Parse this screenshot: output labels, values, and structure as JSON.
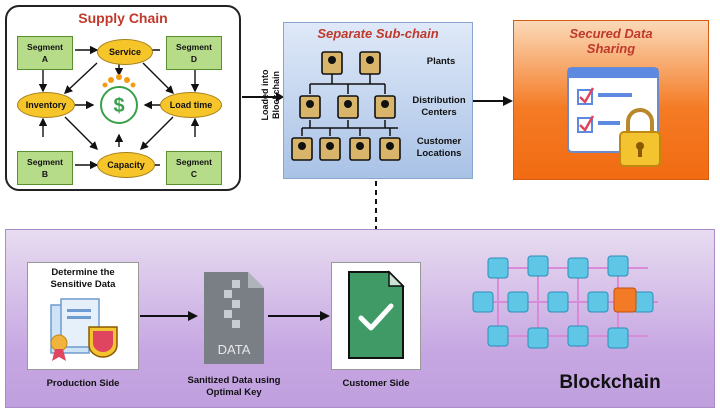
{
  "supply_chain": {
    "title": "Supply Chain",
    "segments": [
      "Segment\nA",
      "Segment\nD",
      "Segment\nB",
      "Segment\nC"
    ],
    "nodes": {
      "service": "Service",
      "inventory": "Inventory",
      "load_time": "Load time",
      "capacity": "Capacity"
    }
  },
  "arrow_label": "Loaded into\nBlockchain",
  "sub_chain": {
    "title": "Separate Sub-chain",
    "plants": "Plants",
    "distribution": "Distribution\nCenters",
    "customer": "Customer\nLocations"
  },
  "secured": {
    "title": "Secured Data\nSharing"
  },
  "bottom": {
    "determine": "Determine the\nSensitive Data",
    "production": "Production Side",
    "data_file": "DATA",
    "sanitized": "Sanitized Data using\nOptimal Key",
    "customer_side": "Customer Side",
    "blockchain": "Blockchain"
  },
  "colors": {
    "accent_red": "#c0392b",
    "segment_green": "#b6dc8a",
    "node_yellow": "#f6c52a",
    "orange": "#f47b25",
    "purple": "#c6a6e2"
  }
}
